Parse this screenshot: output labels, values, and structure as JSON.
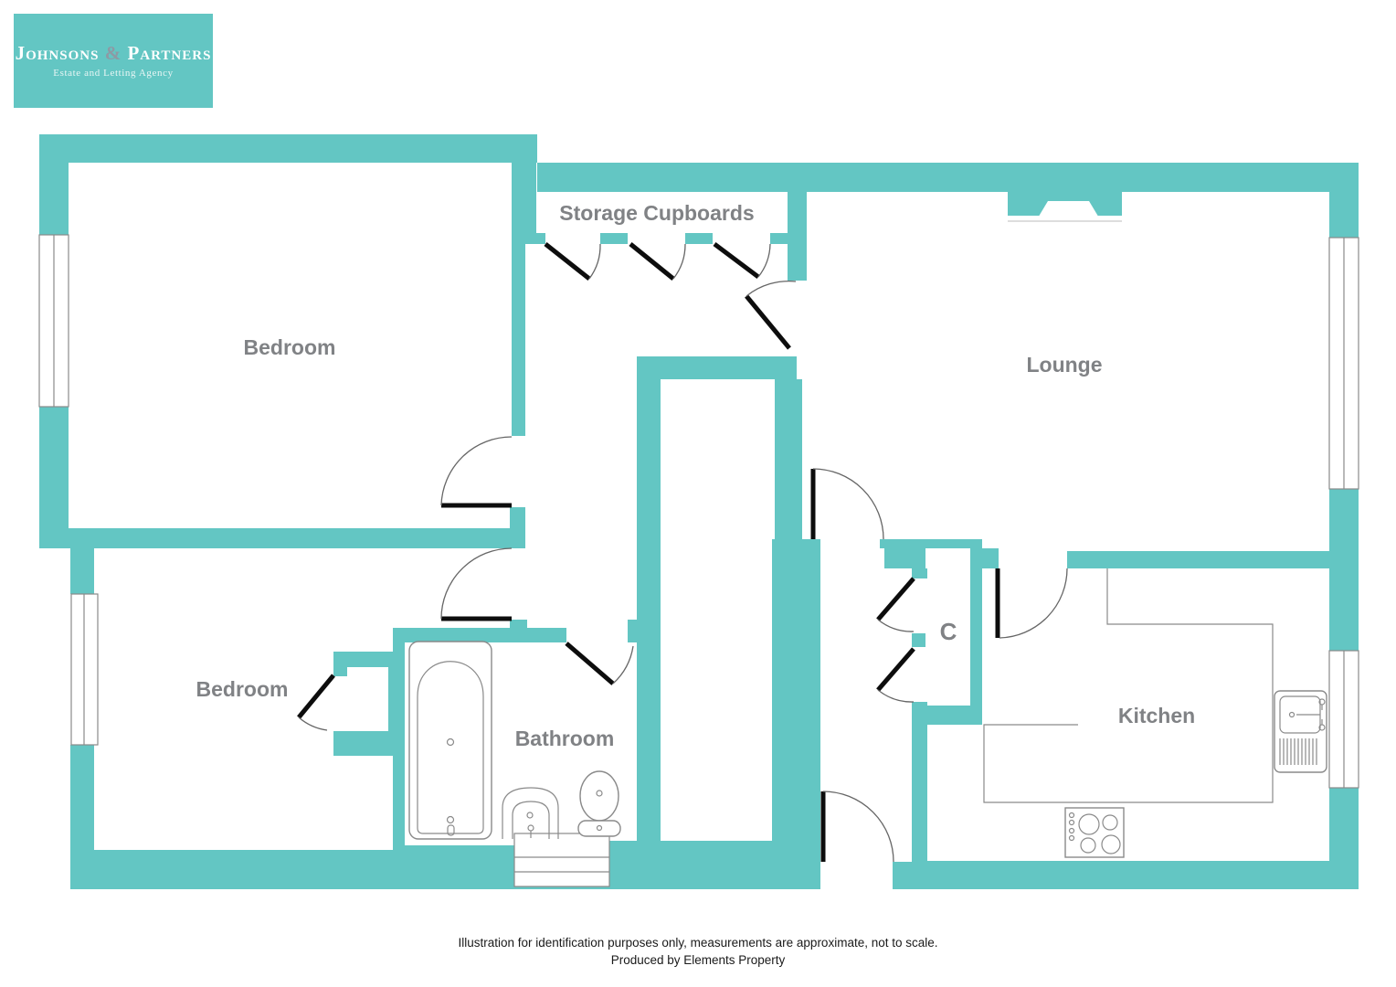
{
  "logo": {
    "name_left": "Johnsons",
    "amp": "&",
    "name_right": "Partners",
    "subtitle": "Estate and Letting Agency"
  },
  "rooms": {
    "bedroom1": "Bedroom",
    "bedroom2": "Bedroom",
    "storage": "Storage Cupboards",
    "lounge": "Lounge",
    "bathroom": "Bathroom",
    "cupboard": "C",
    "kitchen": "Kitchen"
  },
  "footer": {
    "line1": "Illustration for identification purposes only, measurements are approximate, not to scale.",
    "line2": "Produced by Elements Property"
  },
  "colors": {
    "wall_teal": "#63C6C3",
    "label_gray": "#808285",
    "fixture_line": "#8a8a8a",
    "arc_gray": "#666666",
    "door_black": "#0d0d0d",
    "footer_black": "#1a1a1a",
    "logo_amp": "#8d9aa4"
  }
}
